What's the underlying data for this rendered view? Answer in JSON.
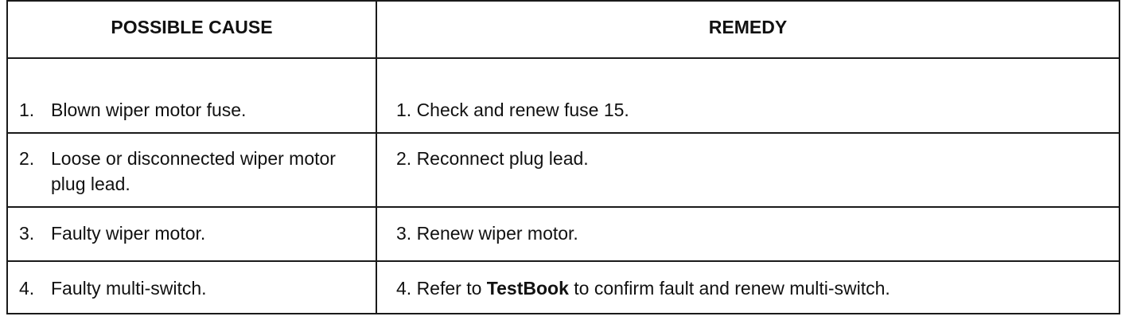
{
  "table": {
    "headers": {
      "cause": "POSSIBLE CAUSE",
      "remedy": "REMEDY"
    },
    "rows": [
      {
        "cause_num": "1.",
        "cause": "Blown wiper motor fuse.",
        "remedy": "1. Check and renew fuse 15."
      },
      {
        "cause_num": "2.",
        "cause": "Loose or disconnected wiper motor plug lead.",
        "remedy": "2. Reconnect plug lead."
      },
      {
        "cause_num": "3.",
        "cause": "Faulty wiper motor.",
        "remedy": "3. Renew wiper motor."
      },
      {
        "cause_num": "4.",
        "cause": "Faulty multi-switch.",
        "remedy_prefix": "4. Refer to ",
        "remedy_bold": "TestBook",
        "remedy_suffix": " to confirm fault and renew multi-switch."
      }
    ]
  }
}
